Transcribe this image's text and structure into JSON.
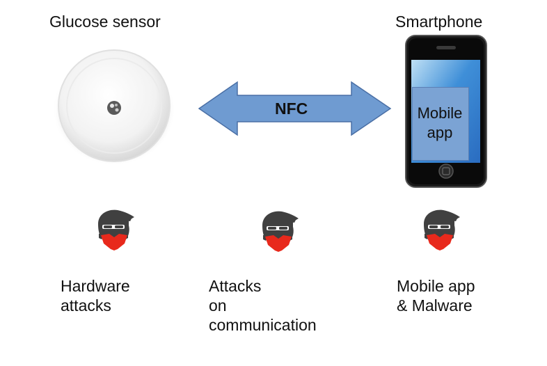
{
  "sensor": {
    "label": "Glucose sensor"
  },
  "phone": {
    "label": "Smartphone",
    "app_label": "Mobile\napp"
  },
  "link": {
    "label": "NFC"
  },
  "attacks": [
    {
      "label": "Hardware\nattacks",
      "icon": "hacker-icon",
      "accent": "#e8291c"
    },
    {
      "label": "Attacks\non\ncommunication",
      "icon": "hacker-icon",
      "accent": "#e8291c"
    },
    {
      "label": "Mobile app\n& Malware",
      "icon": "hacker-icon",
      "accent": "#e8291c"
    }
  ],
  "colors": {
    "arrow_fill": "#6f9bd1",
    "arrow_stroke": "#4a6fa5",
    "screen": "#3e86d6",
    "app_box": "#7ba3d4",
    "hacker_dark": "#404040",
    "mask": "#e8291c"
  }
}
